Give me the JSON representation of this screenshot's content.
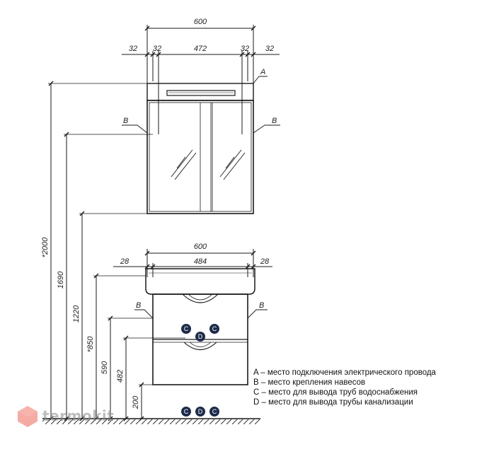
{
  "top_unit": {
    "width": "600",
    "side_left_outer": "32",
    "side_left_inner": "32",
    "inner": "472",
    "side_right_inner": "32",
    "side_right_outer": "32",
    "mark_a": "A",
    "mark_b_left": "B",
    "mark_b_right": "B"
  },
  "bottom_unit": {
    "width": "600",
    "left_offset": "28",
    "inner": "484",
    "right_offset": "28",
    "mark_b_left": "B",
    "mark_b_right": "B",
    "circles": [
      "C",
      "D",
      "C"
    ]
  },
  "heights": {
    "h2000": "*2000",
    "h1690": "1690",
    "h1220": "1220",
    "h850": "*850",
    "h590": "590",
    "h482": "482",
    "h200": "200"
  },
  "floor_circles": [
    "C",
    "D",
    "C"
  ],
  "legend": [
    "A – место подключения электрического провода",
    "B – место крепления навесов",
    "C – место для вывода труб водоснабжения",
    "D – место для вывода трубы канализации"
  ],
  "watermark": "termokit",
  "colors": {
    "line": "#1a1a1a",
    "circle_fill": "#1d2b4a",
    "watermark_red": "#e84a3c",
    "watermark_grey": "#8a8a8a"
  }
}
